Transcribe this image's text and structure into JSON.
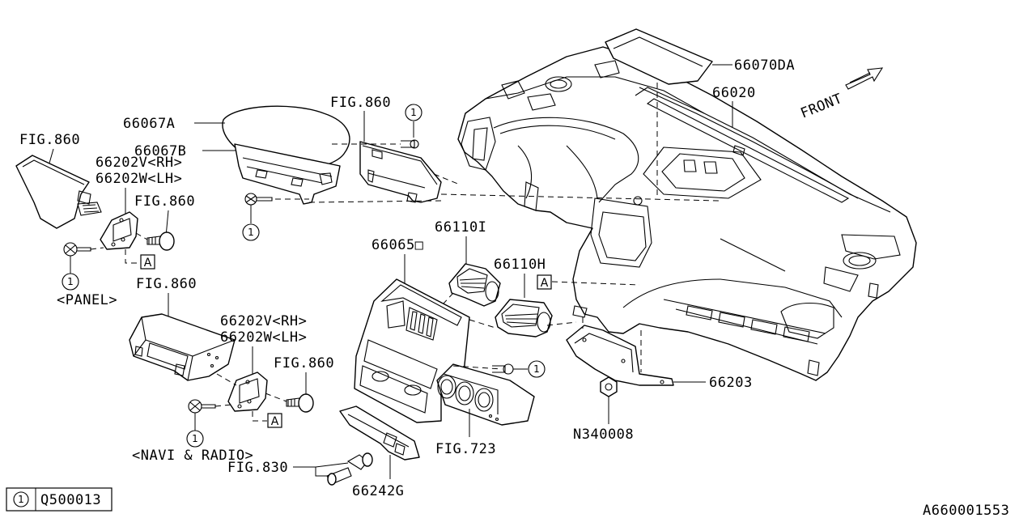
{
  "labels": {
    "p66070DA": "66070DA",
    "p66020": "66020",
    "front": "FRONT",
    "fig860_center": "FIG.860",
    "p66067A": "66067A",
    "p66067B": "66067B",
    "fig860_left": "FIG.860",
    "p66202V_rh_1": "66202V<RH>",
    "p66202W_lh_1": "66202W<LH>",
    "fig860_bolt_1": "FIG.860",
    "panel": "<PANEL>",
    "fig860_navi": "FIG.860",
    "p66202V_rh_2": "66202V<RH>",
    "p66202W_lh_2": "66202W<LH>",
    "fig860_bolt_2": "FIG.860",
    "navi_radio": "<NAVI & RADIO>",
    "fig830": "FIG.830",
    "p66242G": "66242G",
    "p66065": "66065□",
    "p66110I": "66110I",
    "p66110H": "66110H",
    "fig723": "FIG.723",
    "p66203": "66203",
    "n340008": "N340008",
    "drawing_number": "A660001553"
  },
  "callout_number": "1",
  "reference_letter": "A",
  "legend": {
    "symbol": "1",
    "part_number": "Q500013"
  }
}
